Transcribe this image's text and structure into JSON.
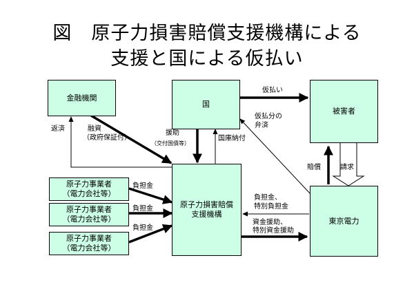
{
  "title": {
    "line1": "図　原子力損害賠償支援機構による",
    "line2": "支援と国による仮払い"
  },
  "boxes": {
    "finance": "金融機関",
    "country": "国",
    "victims": "被害者",
    "operator1": {
      "line1": "原子力事業者",
      "line2": "（電力会社等）"
    },
    "operator2": {
      "line1": "原子力事業者",
      "line2": "（電力会社等）"
    },
    "operator3": {
      "line1": "原子力事業者",
      "line2": "（電力会社等）"
    },
    "organization": {
      "line1": "原子力損害賠償",
      "line2": "支援機構"
    },
    "tepco": "東京電力"
  },
  "labels": {
    "repayment": "返済",
    "loan_line1": "融資",
    "loan_line2": "（政府保証付）",
    "assist_line1": "援助",
    "assist_line2": "（交付国債等）",
    "treasury": "国庫納付",
    "provisional": "仮払い",
    "provisional_share_line1": "仮払分の",
    "provisional_share_line2": "弁済",
    "compensation": "賠償",
    "claim": "請求",
    "burden1": "負担金",
    "burden2": "負担金",
    "burden3": "負担金",
    "tepco_burden_line1": "負担金、",
    "tepco_burden_line2": "特別負担金",
    "fund_assist_line1": "資金援助、",
    "fund_assist_line2": "特別資金援助"
  },
  "colors": {
    "box_fill": "#ccffe6",
    "line": "#000000"
  }
}
